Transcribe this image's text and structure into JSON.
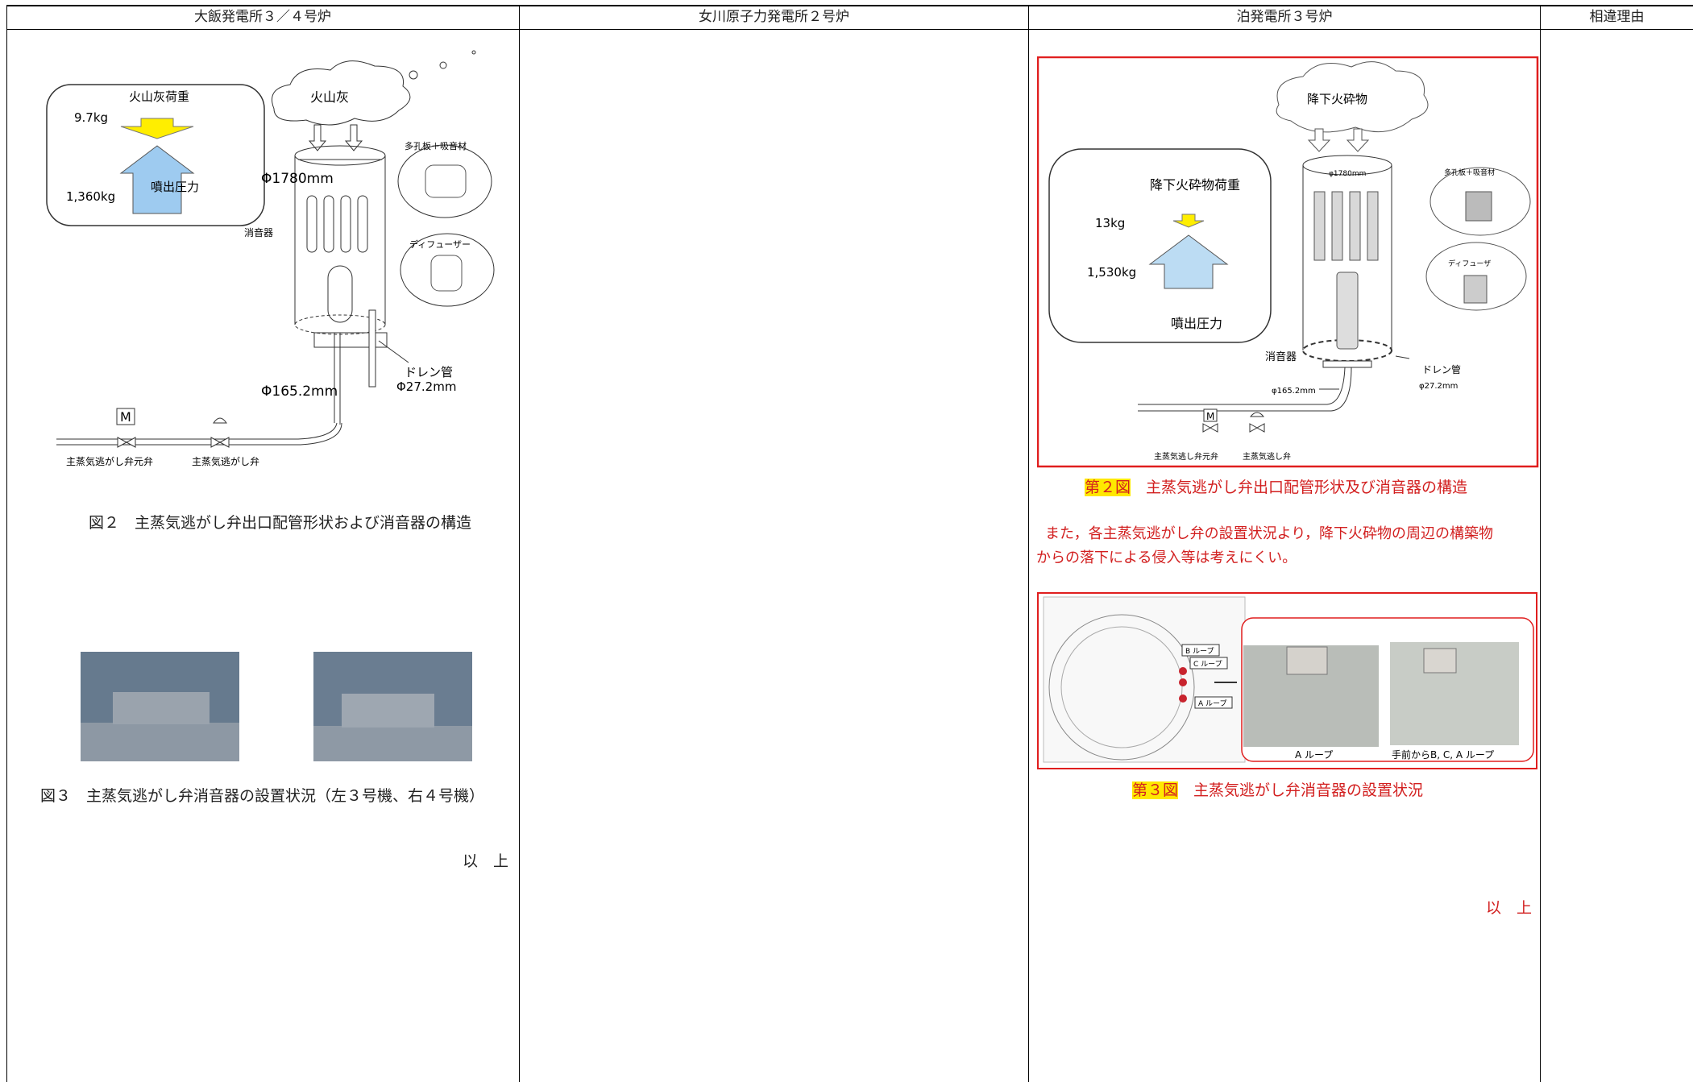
{
  "top_cut_text": "",
  "columns": {
    "ohi": "大飯発電所３／４号炉",
    "onagawa": "女川原子力発電所２号炉",
    "tomari": "泊発電所３号炉",
    "reason": "相違理由"
  },
  "ohi": {
    "fig2": {
      "ash_load": "火山灰荷重",
      "ash_weight": "9.7kg",
      "jet_weight": "1,360kg",
      "jet_pressure": "噴出圧力",
      "ash_cloud": "火山灰",
      "diameter": "Φ1780mm",
      "porous": "多孔板＋吸音材",
      "silencer": "消音器",
      "diffuser": "ディフューザー",
      "drain": "ドレン管",
      "drain_dia": "Φ27.2mm",
      "pipe_dia": "Φ165.2mm",
      "valve_m": "M",
      "main_valve": "主蒸気逃がし弁元弁",
      "relief_valve": "主蒸気逃がし弁",
      "caption": "図２　主蒸気逃がし弁出口配管形状および消音器の構造"
    },
    "fig3_caption": "図３　主蒸気逃がし弁消音器の設置状況（左３号機、右４号機）",
    "end": "以　上"
  },
  "tomari": {
    "fig2": {
      "cloud": "降下火砕物",
      "load": "降下火砕物荷重",
      "w13": "13kg",
      "w1530": "1,530kg",
      "jet": "噴出圧力",
      "dia1780": "φ1780mm",
      "porous": "多孔板＋吸音材",
      "diffuser": "ディフューザ",
      "silencer": "消音器",
      "drain": "ドレン管",
      "drain_dia": "φ27.2mm",
      "pipe_dia": "φ165.2mm",
      "valve_m": "M",
      "main_valve": "主蒸気逃し弁元弁",
      "relief_valve": "主蒸気逃し弁"
    },
    "fig2_num": "第２図",
    "fig2_title": "主蒸気逃がし弁出口配管形状及び消音器の構造",
    "note_line1": "また，各主蒸気逃がし弁の設置状況より，降下火砕物の周辺の構築物",
    "note_line2": "からの落下による侵入等は考えにくい。",
    "fig3": {
      "b_loop": "B ループ",
      "c_loop": "C ループ",
      "a_loop": "A ループ",
      "photo1": "A ループ",
      "photo2": "手前からB, C, A ループ"
    },
    "fig3_num": "第３図",
    "fig3_title": "主蒸気逃がし弁消音器の設置状況",
    "end": "以　上"
  },
  "colors": {
    "red": "#d21f1f",
    "highlight": "#ffe800",
    "arrow_yellow": "#ffee00",
    "arrow_blue": "#9ecbf0"
  }
}
